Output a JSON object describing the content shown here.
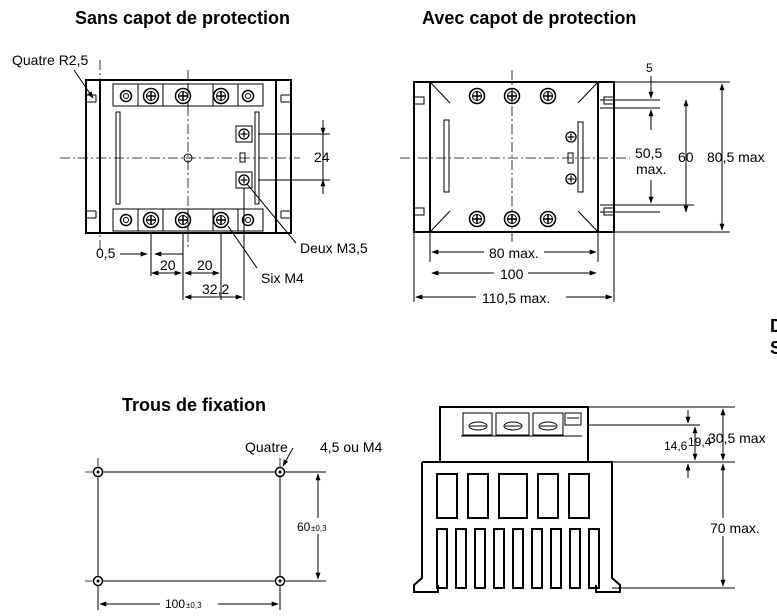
{
  "views": {
    "top_left": {
      "title": "Sans capot de protection",
      "corner_radius_label": "Quatre R2,5",
      "dim_24": "24",
      "screws_m35": "Deux M3,5",
      "screws_m4": "Six M4",
      "dim_05": "0,5",
      "dim_20_a": "20",
      "dim_20_b": "20",
      "dim_322": "32,2"
    },
    "top_right": {
      "title": "Avec capot de protection",
      "dim_5": "5",
      "dim_505": "50,5",
      "dim_505_max": "max.",
      "dim_60": "60",
      "dim_805": "80,5 max",
      "dim_80": "80 max.",
      "dim_100": "100",
      "dim_1105": "110,5 max."
    },
    "bottom_left": {
      "title": "Trous de fixation",
      "holes_label": "Quatre",
      "holes_size": "4,5 ou M4",
      "dim_60": "60",
      "dim_60_tol": "±0,3",
      "dim_100": "100",
      "dim_100_tol": "±0,3"
    },
    "bottom_right": {
      "dim_146": "14,6",
      "dim_194": "19,4",
      "dim_305": "30,5 max",
      "dim_70": "70 max."
    },
    "edge_fragment_1": "D",
    "edge_fragment_2": "S"
  }
}
